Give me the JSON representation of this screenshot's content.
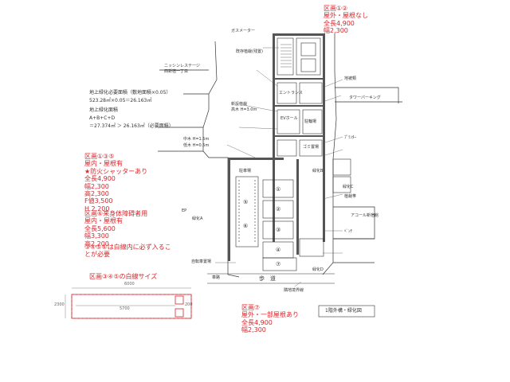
{
  "zone_labels": {
    "top_right": [
      "区画①②",
      "屋外・屋根なし",
      "全長4,900",
      "幅2,300"
    ],
    "left_1": [
      "区画①③⑤",
      "屋内・屋根有",
      "★防火シャッターあり",
      "全長4,900",
      "幅2,300",
      "高2,300",
      "F値3,500",
      "H 2,200"
    ],
    "left_2": [
      "区画⑥来身体障碍者用",
      "屋内・屋根有",
      "全長5,600",
      "幅3,300",
      "高2,200"
    ],
    "left_note": [
      "③④⑤⑥は白線内に必ず入るこ",
      "とが必要"
    ],
    "white_line_title": "区画③④⑤の白線サイズ",
    "bottom_right": [
      "区画⑦",
      "屋外・一部屋根あり",
      "全長4,900",
      "幅2,300"
    ]
  },
  "area_box": {
    "line1": "地上緑化必要面積（敷地面積×0.05）",
    "line2": "523.28㎡×0.05＝26.163㎡",
    "line3": "地上緑化面積",
    "line4": "A+B+C+D",
    "line5": "＝27.374㎡ ＞ 26.163㎡（必要面積）"
  },
  "dims": {
    "width": "6000",
    "inner": "5700",
    "height": "2300",
    "small": "200"
  },
  "plan": {
    "nissin": "ニッシンレステージ",
    "nissin_sub": "西新宿一丁目",
    "tower": "タワーパーキング",
    "acorn": "アコール新宿館",
    "street": "歩　道",
    "green_a": "緑化A",
    "green_b": "緑化B",
    "green_c": "緑化C",
    "green_d": "緑化D",
    "ep": "EP",
    "legend_box": "1階外構・緑化図",
    "n1": "①",
    "n2": "②",
    "n3": "③",
    "n4": "④",
    "n5": "⑤",
    "n6": "⑥",
    "n7": "⑦",
    "label_gas": "ガスメーター",
    "label_entrance": "エントランス",
    "label_hall": "EVホール",
    "label_bike": "駐輪場",
    "label_trash": "ゴミ置場",
    "label_parking": "駐車場",
    "label_note1": "既存植栽(残置)",
    "label_note2": "新設植栽",
    "label_note3": "高木 H=3.0m",
    "label_note4": "中木 H=1.5m",
    "label_note5": "低木 H=0.5m",
    "label_note6": "地被類",
    "label_note7": "ﾌﾟﾗﾝﾀｰ",
    "label_note8": "植栽帯",
    "label_note9": "ﾍﾞﾝﾁ",
    "label_note10": "自転車置場",
    "label_note11": "車路",
    "label_note12": "隣地境界線"
  }
}
